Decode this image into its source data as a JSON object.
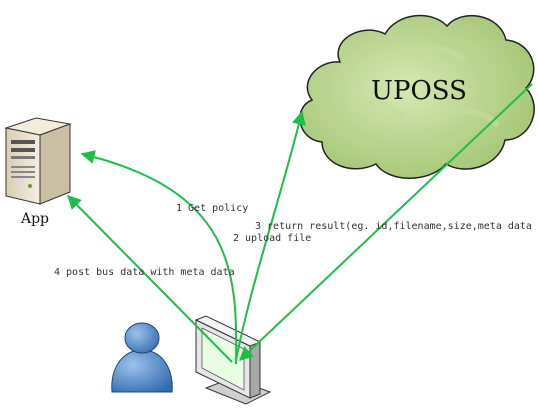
{
  "nodes": {
    "app": {
      "label": "App",
      "icon": "server-tower-icon"
    },
    "cloud": {
      "label": "UPOSS",
      "icon": "cloud-icon"
    },
    "user": {
      "icon": "user-person-icon"
    },
    "client": {
      "icon": "monitor-computer-icon"
    }
  },
  "edges": [
    {
      "step": "1",
      "label": "1 Get policy",
      "from": "client",
      "to": "app"
    },
    {
      "step": "2",
      "label": "2 upload file",
      "from": "client",
      "to": "cloud"
    },
    {
      "step": "3",
      "label": "3 return result(eg. id,filename,size,meta data )",
      "from": "cloud",
      "to": "client"
    },
    {
      "step": "4",
      "label": "4 post bus data with meta data",
      "from": "client",
      "to": "app"
    }
  ],
  "colors": {
    "arrow": "#1fbe4a",
    "cloud_fill": "#b8d48c",
    "cloud_stroke": "#222222",
    "user_fill": "#4e88c8",
    "server_fill": "#e8e0cc",
    "monitor_fill": "#e6e6e6",
    "screen_fill": "#e8ffe4"
  }
}
